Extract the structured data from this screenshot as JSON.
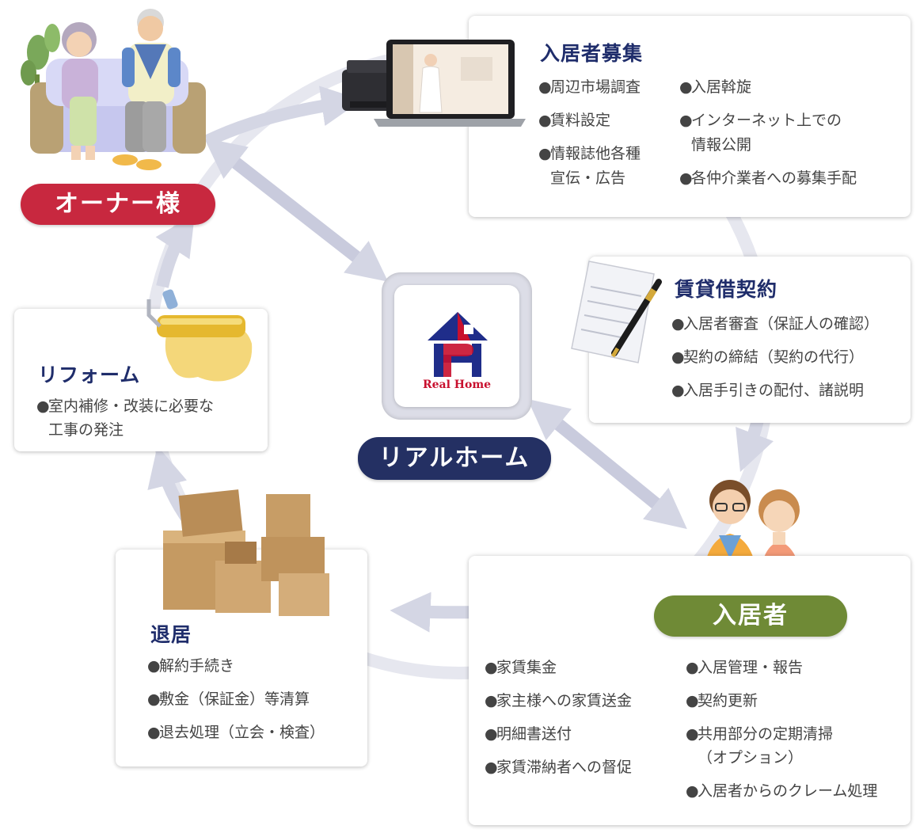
{
  "colors": {
    "owner_pill": "#c8283f",
    "company_pill": "#243063",
    "tenant_pill": "#6f8a36",
    "title_text": "#1f2d6b",
    "arrow": "#d4d6e4"
  },
  "bullet": "●",
  "owner": {
    "label": "オーナー様"
  },
  "company": {
    "label": "リアルホーム",
    "logo_text": "Real Home"
  },
  "tenant": {
    "label": "入居者"
  },
  "recruitment": {
    "title": "入居者募集",
    "items_left": [
      {
        "text": "周辺市場調査"
      },
      {
        "text": "賃料設定"
      },
      {
        "text": "情報誌他各種"
      },
      {
        "text": "宣伝・広告"
      }
    ],
    "items_right": [
      {
        "text": "入居斡旋"
      },
      {
        "text": "インターネット上での"
      },
      {
        "text": "情報公開"
      },
      {
        "text": "各仲介業者への募集手配"
      }
    ]
  },
  "contract": {
    "title": "賃貸借契約",
    "items": [
      {
        "text": "入居者審査（保証人の確認）"
      },
      {
        "text": "契約の締結（契約の代行）"
      },
      {
        "text": "入居手引きの配付、諸説明"
      }
    ]
  },
  "reform": {
    "title": "リフォーム",
    "items": [
      {
        "text": "室内補修・改装に必要な"
      },
      {
        "text": "工事の発注"
      }
    ]
  },
  "moveout": {
    "title": "退居",
    "items": [
      {
        "text": "解約手続き"
      },
      {
        "text": "敷金（保証金）等清算"
      },
      {
        "text": "退去処理（立会・検査）"
      }
    ]
  },
  "management": {
    "items_left": [
      {
        "text": "家賃集金"
      },
      {
        "text": "家主様への家賃送金"
      },
      {
        "text": "明細書送付"
      },
      {
        "text": "家賃滞納者への督促"
      }
    ],
    "items_right": [
      {
        "text": "入居管理・報告"
      },
      {
        "text": "契約更新"
      },
      {
        "text": "共用部分の定期清掃"
      },
      {
        "text": "（オプション）"
      },
      {
        "text": "入居者からのクレーム処理"
      }
    ]
  }
}
